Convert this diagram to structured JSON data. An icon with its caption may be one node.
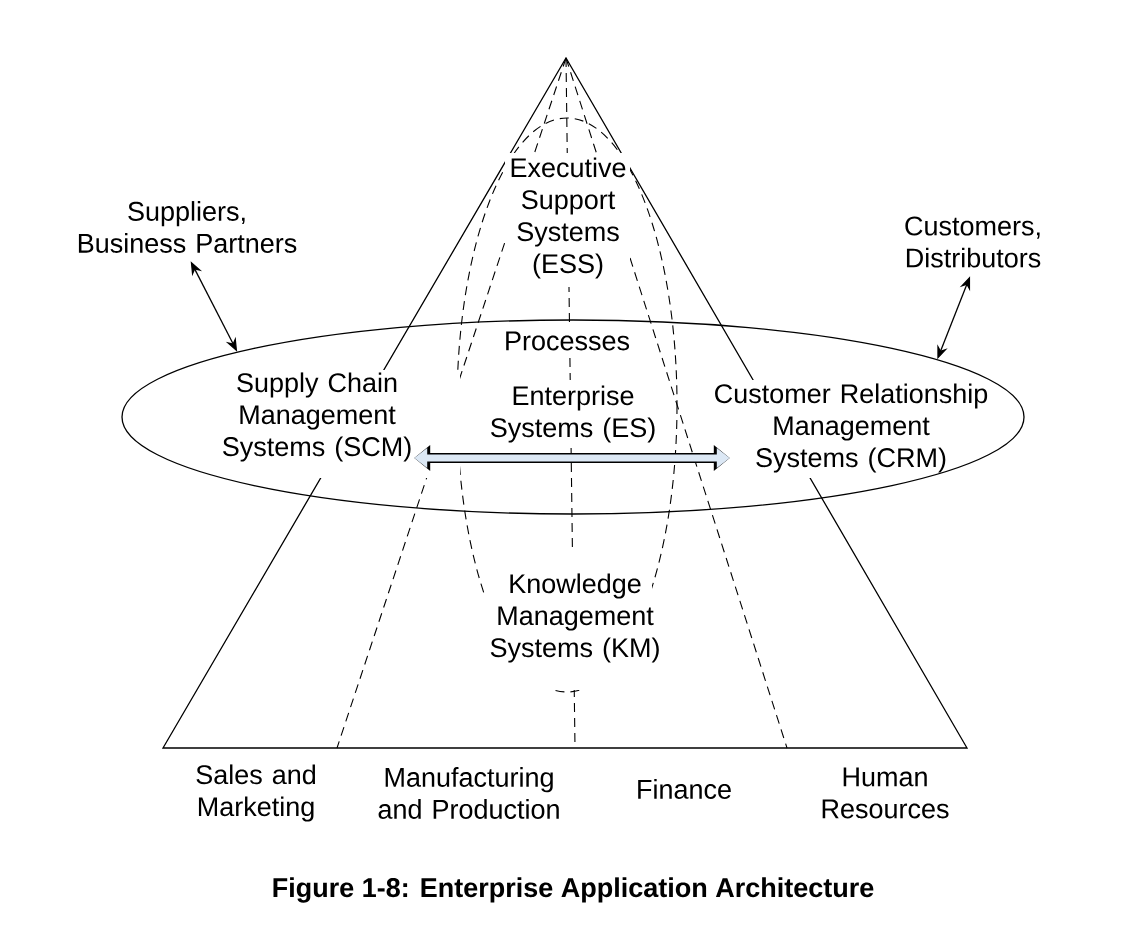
{
  "diagram": {
    "caption": "Figure 1-8: Enterprise Application Architecture",
    "nodes": [
      {
        "text": [
          "Suppliers, Business Partners"
        ]
      },
      {
        "text": [
          "Customers, Distributors"
        ]
      },
      {
        "text": [],
        "shape": "ellipse"
      },
      {
        "text": [
          "Supply Chain Management Systems (SCM)"
        ],
        "in": 2
      },
      {
        "text": [
          "Enterprise Systems (ES)"
        ],
        "in": 2
      },
      {
        "text": [
          "Customer Relationship Management Systems (CRM)"
        ],
        "in": 2
      },
      {
        "text": [
          "Executive Support Systems (ESS)"
        ]
      },
      {
        "text": [
          "Knowledge Management Systems (KM)"
        ]
      }
    ],
    "edges": [
      {
        "from": 0,
        "to": 2,
        "arrow": "both"
      },
      {
        "from": 1,
        "to": 2,
        "arrow": "both"
      },
      {
        "from": 3,
        "to": 5,
        "arrow": "both",
        "style": "thick",
        "color": "#dce8f5"
      }
    ],
    "labels": [
      "Processes",
      "Sales and Marketing",
      "Manufacturing and Production",
      "Finance",
      "Human Resources"
    ]
  }
}
